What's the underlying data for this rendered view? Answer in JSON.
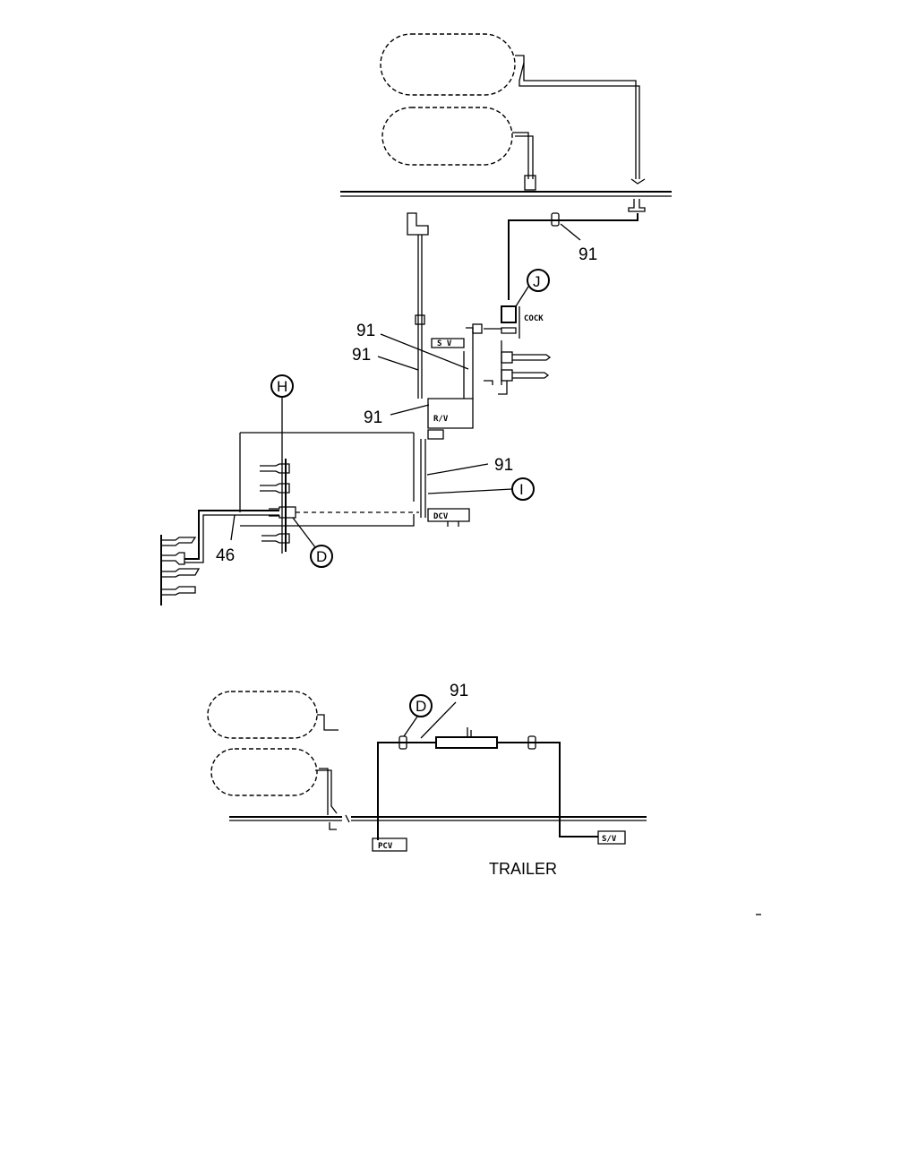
{
  "labels": {
    "pipe_91": "91",
    "pipe_46": "46",
    "callout_h": "H",
    "callout_j": "J",
    "callout_i": "I",
    "callout_d": "D",
    "cock": "COCK",
    "sv": "S V",
    "rv": "R/V",
    "dcv": "DCV",
    "pcv": "PCV",
    "trailer_sv": "S/V",
    "trailer": "TRAILER"
  }
}
